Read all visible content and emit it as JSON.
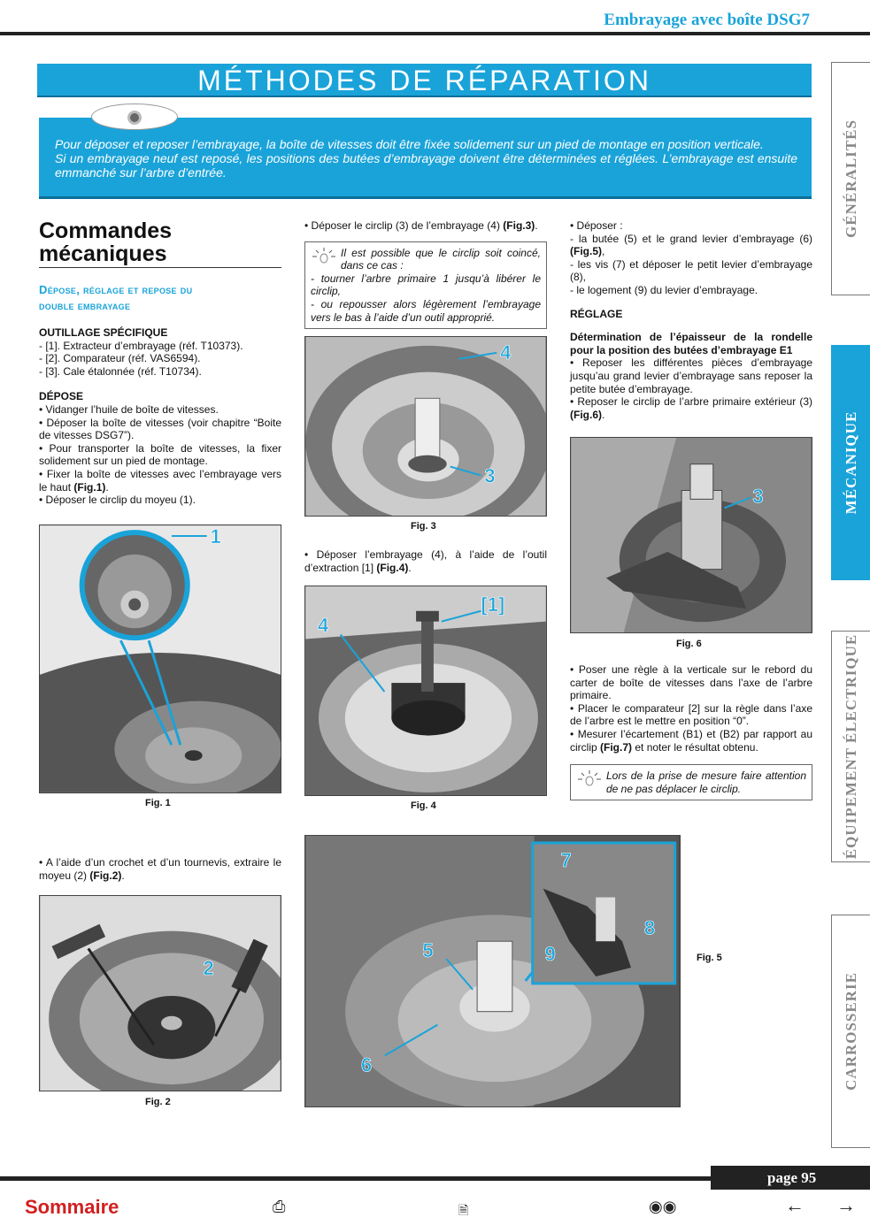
{
  "header": {
    "title": "Embrayage avec boîte DSG7"
  },
  "banner": {
    "title": "MÉTHODES DE RÉPARATION"
  },
  "intro": {
    "line1": "Pour déposer et reposer l’embrayage, la boîte de vitesses doit être fixée solidement sur un pied de montage en position verticale.",
    "line2": "Si un embrayage neuf est reposé, les positions des butées d’embrayage doivent être déterminées et réglées. L’embrayage est ensuite emmanché sur l’arbre d’entrée."
  },
  "tabs": [
    "GÉNÉRALITÉS",
    "MÉCANIQUE",
    "ÉQUIPEMENT ÉLECTRIQUE",
    "CARROSSERIE"
  ],
  "col1": {
    "section_title_1": "Commandes",
    "section_title_2": "mécaniques",
    "subtitle_1": "Dépose, réglage et repose du",
    "subtitle_2": "double embrayage",
    "outillage_title": "OUTILLAGE SPÉCIFIQUE",
    "outillage": [
      "- [1]. Extracteur d’embrayage (réf. T10373).",
      "- [2]. Comparateur (réf. VAS6594).",
      "- [3]. Cale étalonnée (réf. T10734)."
    ],
    "depose_title": "DÉPOSE",
    "depose": [
      "• Vidanger l’huile de boîte de vitesses.",
      "• Déposer la boîte de vitesses (voir chapitre “Boite de vitesses DSG7”).",
      "• Pour transporter la boîte de vitesses, la fixer solidement sur un pied de montage.",
      "• Fixer la boîte de vitesses avec l’embrayage vers le haut",
      "• Déposer le circlip du moyeu (1)."
    ],
    "fig1_ref": "(Fig.1)",
    "fig1_label": "Fig. 1",
    "fig1_callout": "1",
    "text_after_fig1": "• A l’aide d’un crochet et d’un tournevis, extraire le moyeu (2)",
    "fig2_ref": "(Fig.2)",
    "fig2_label": "Fig. 2",
    "fig2_callout": "2"
  },
  "col2": {
    "text1": "• Déposer le circlip (3) de l’embrayage (4)",
    "fig3_ref": "(Fig.3)",
    "note1": "Il est possible que le circlip soit coincé, dans ce cas :",
    "note1_a": "- tourner l’arbre primaire 1 jusqu’à libérer le circlip,",
    "note1_b": "- ou repousser alors légèrement l’embrayage vers le bas à l’aide d’un outil approprié.",
    "fig3_label": "Fig. 3",
    "fig3_callouts": [
      "4",
      "3"
    ],
    "text2": "• Déposer l’embrayage (4), à l’aide de l’outil d’extraction [1]",
    "fig4_ref": "(Fig.4)",
    "fig4_label": "Fig. 4",
    "fig4_callouts": [
      "[1]",
      "4"
    ],
    "fig5_label": "Fig. 5",
    "fig5_callouts": [
      "7",
      "8",
      "9",
      "5",
      "6"
    ]
  },
  "col3": {
    "deposer": "• Déposer :",
    "d1": "- la butée (5) et le grand levier d’embrayage (6)",
    "fig5_ref": "(Fig.5)",
    "d2": "- les vis (7) et déposer le petit levier d’embrayage (8),",
    "d3": "- le logement (9) du levier d’embrayage.",
    "reglage_title": "RÉGLAGE",
    "det_title": "Détermination de l’épaisseur de la rondelle pour la position des butées d’embrayage E1",
    "r1": "• Reposer les différentes pièces d’embrayage jusqu’au grand levier d’embrayage sans reposer la petite butée d’embrayage.",
    "r2": "• Reposer le circlip de l’arbre primaire extérieur (3)",
    "fig6_ref": "(Fig.6)",
    "fig6_label": "Fig. 6",
    "fig6_callout": "3",
    "r3": "• Poser une règle à la verticale sur le rebord du carter de boîte de vitesses dans l’axe de l’arbre primaire.",
    "r4": "• Placer le comparateur [2] sur la règle dans l’axe de l’arbre est le mettre en position “0”.",
    "r5": "• Mesurer l’écartement (B1) et (B2) par rapport au circlip",
    "fig7_ref": "(Fig.7)",
    "r5_end": "et noter le résultat obtenu.",
    "note2": "Lors de la prise de mesure faire attention de ne pas déplacer le circlip."
  },
  "footer": {
    "page": "page 95",
    "sommaire": "Sommaire"
  }
}
